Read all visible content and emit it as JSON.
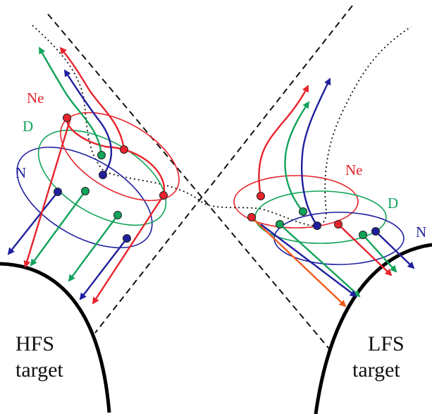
{
  "targets": {
    "hfs": {
      "line1": "HFS",
      "line2": "target"
    },
    "lfs": {
      "line1": "LFS",
      "line2": "target"
    }
  },
  "species": {
    "ne": {
      "label": "Ne",
      "color": "#e8232c"
    },
    "d": {
      "label": "D",
      "color": "#12a35a"
    },
    "n": {
      "label": "N",
      "color": "#1f1f9e"
    }
  }
}
